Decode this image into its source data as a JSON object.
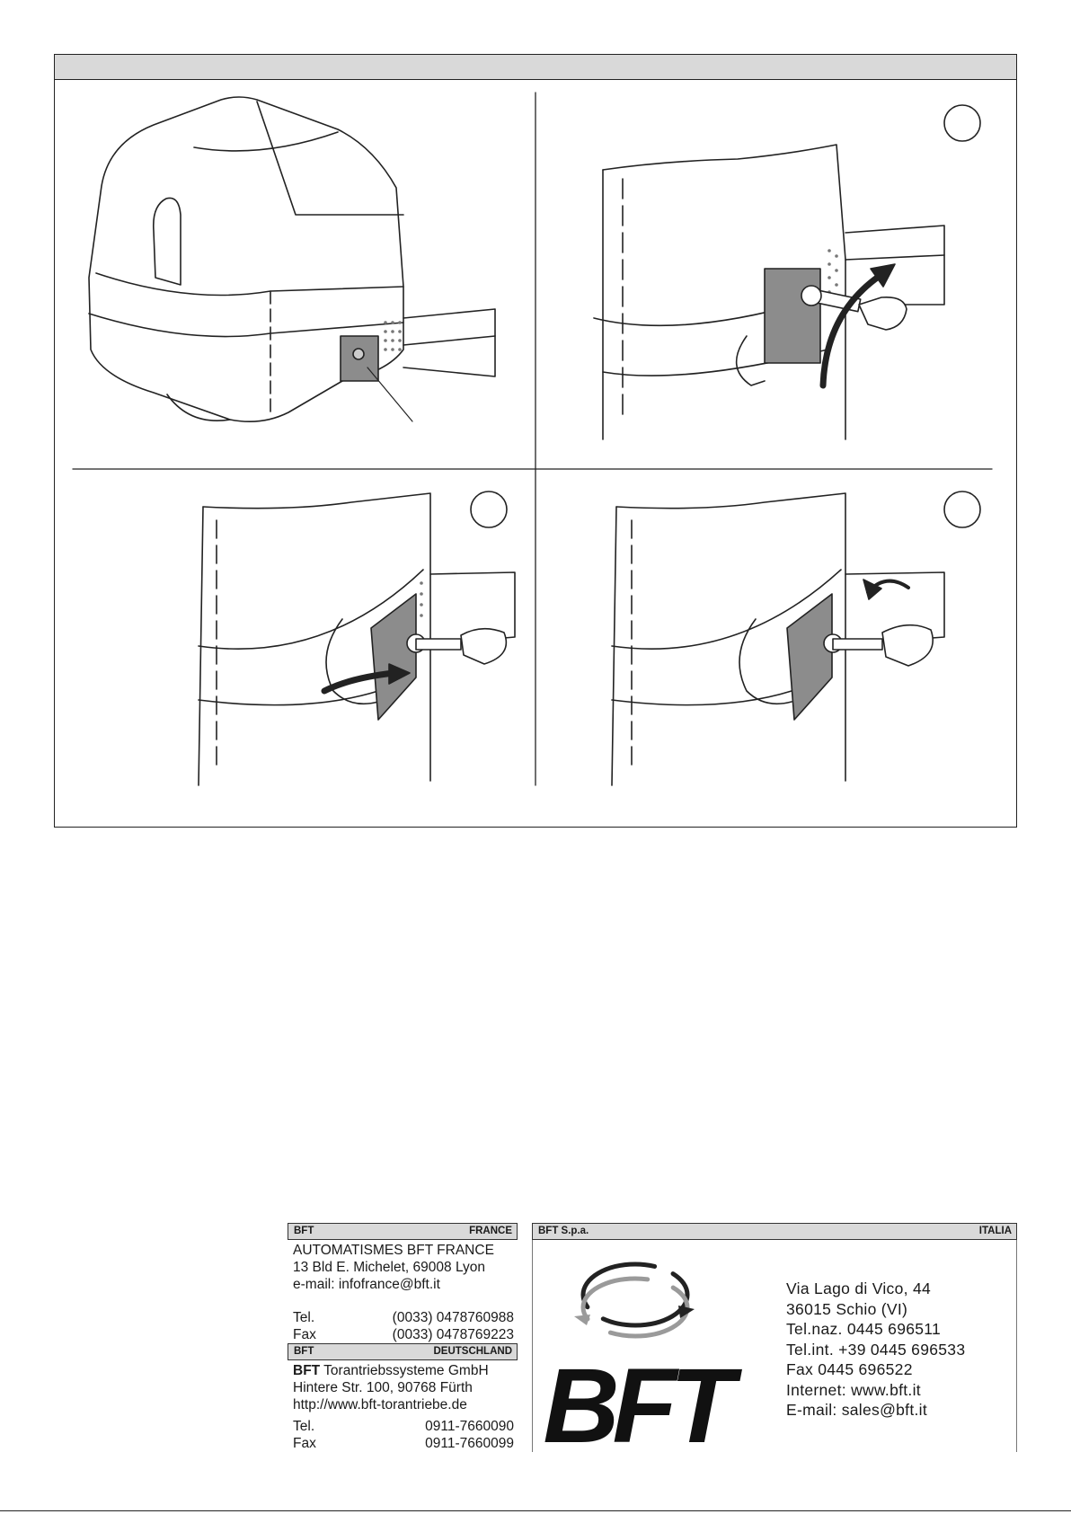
{
  "france": {
    "brand": "BFT",
    "country": "FRANCE",
    "company": "AUTOMATISMES BFT FRANCE",
    "address": "13 Bld E. Michelet, 69008 Lyon",
    "email": "e-mail: infofrance@bft.it",
    "tel_label": "Tel.",
    "tel_value": "(0033) 0478760988",
    "fax_label": "Fax",
    "fax_value": "(0033) 0478769223"
  },
  "deutschland": {
    "brand": "BFT",
    "country": "DEUTSCHLAND",
    "company_bold": "BFT",
    "company_rest": " Torantriebssysteme GmbH",
    "address": "Hintere Str. 100, 90768 Fürth",
    "web": "http://www.bft-torantriebe.de",
    "tel_label": "Tel.",
    "tel_value": "0911-7660090",
    "fax_label": "Fax",
    "fax_value": "0911-7660099"
  },
  "italia": {
    "brand": "BFT S.p.a.",
    "country": "ITALIA",
    "logo_text": "BFT",
    "lines": [
      "Via Lago di Vico, 44",
      "36015 Schio (VI)",
      "Tel.naz. 0445 696511",
      "Tel.int. +39 0445 696533",
      "Fax 0445 696522",
      "Internet: www.bft.it",
      "E-mail: sales@bft.it"
    ]
  },
  "colors": {
    "header_gray": "#d9d9d9",
    "panel_gray": "#8c8c8c",
    "line": "#222222",
    "logo_ring_gray": "#9a9a9a"
  },
  "figure": {
    "panels": [
      "operator-housing",
      "unlock-step-1",
      "unlock-step-2",
      "unlock-step-3"
    ]
  }
}
